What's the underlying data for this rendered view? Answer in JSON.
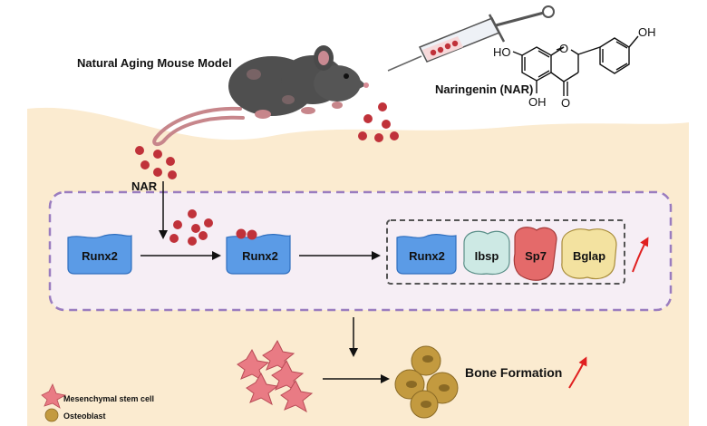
{
  "model_label": "Natural Aging Mouse Model",
  "compound_label": "Naringenin (NAR)",
  "nar_label": "NAR",
  "chem_labels": {
    "oh_top": "OH",
    "ho_left": "HO",
    "oh_bottom": "OH",
    "o_ring": "O",
    "o_carbonyl": "O"
  },
  "pathway": {
    "runx2_start": "Runx2",
    "runx2_bound": "Runx2",
    "targets": [
      "Runx2",
      "Ibsp",
      "Sp7",
      "Bglap"
    ]
  },
  "outcome_label": "Bone Formation",
  "legend": [
    {
      "label": "Mesenchymal stem cell",
      "icon": "mesenchymal-stem-cell-icon"
    },
    {
      "label": "Osteoblast",
      "icon": "osteoblast-icon"
    }
  ],
  "colors": {
    "bone_bg": "#fbebd0",
    "membrane_fill": "#f6eef5",
    "membrane_border": "#9a7cbf",
    "runx2": "#5b9be6",
    "ibsp": "#cde9e4",
    "sp7": "#e46a6a",
    "bglap": "#f3e2a0",
    "nar_dot": "#c0323a",
    "up_arrow": "#e02020",
    "msc": "#e97b84",
    "osteoblast": "#c39a3f"
  }
}
